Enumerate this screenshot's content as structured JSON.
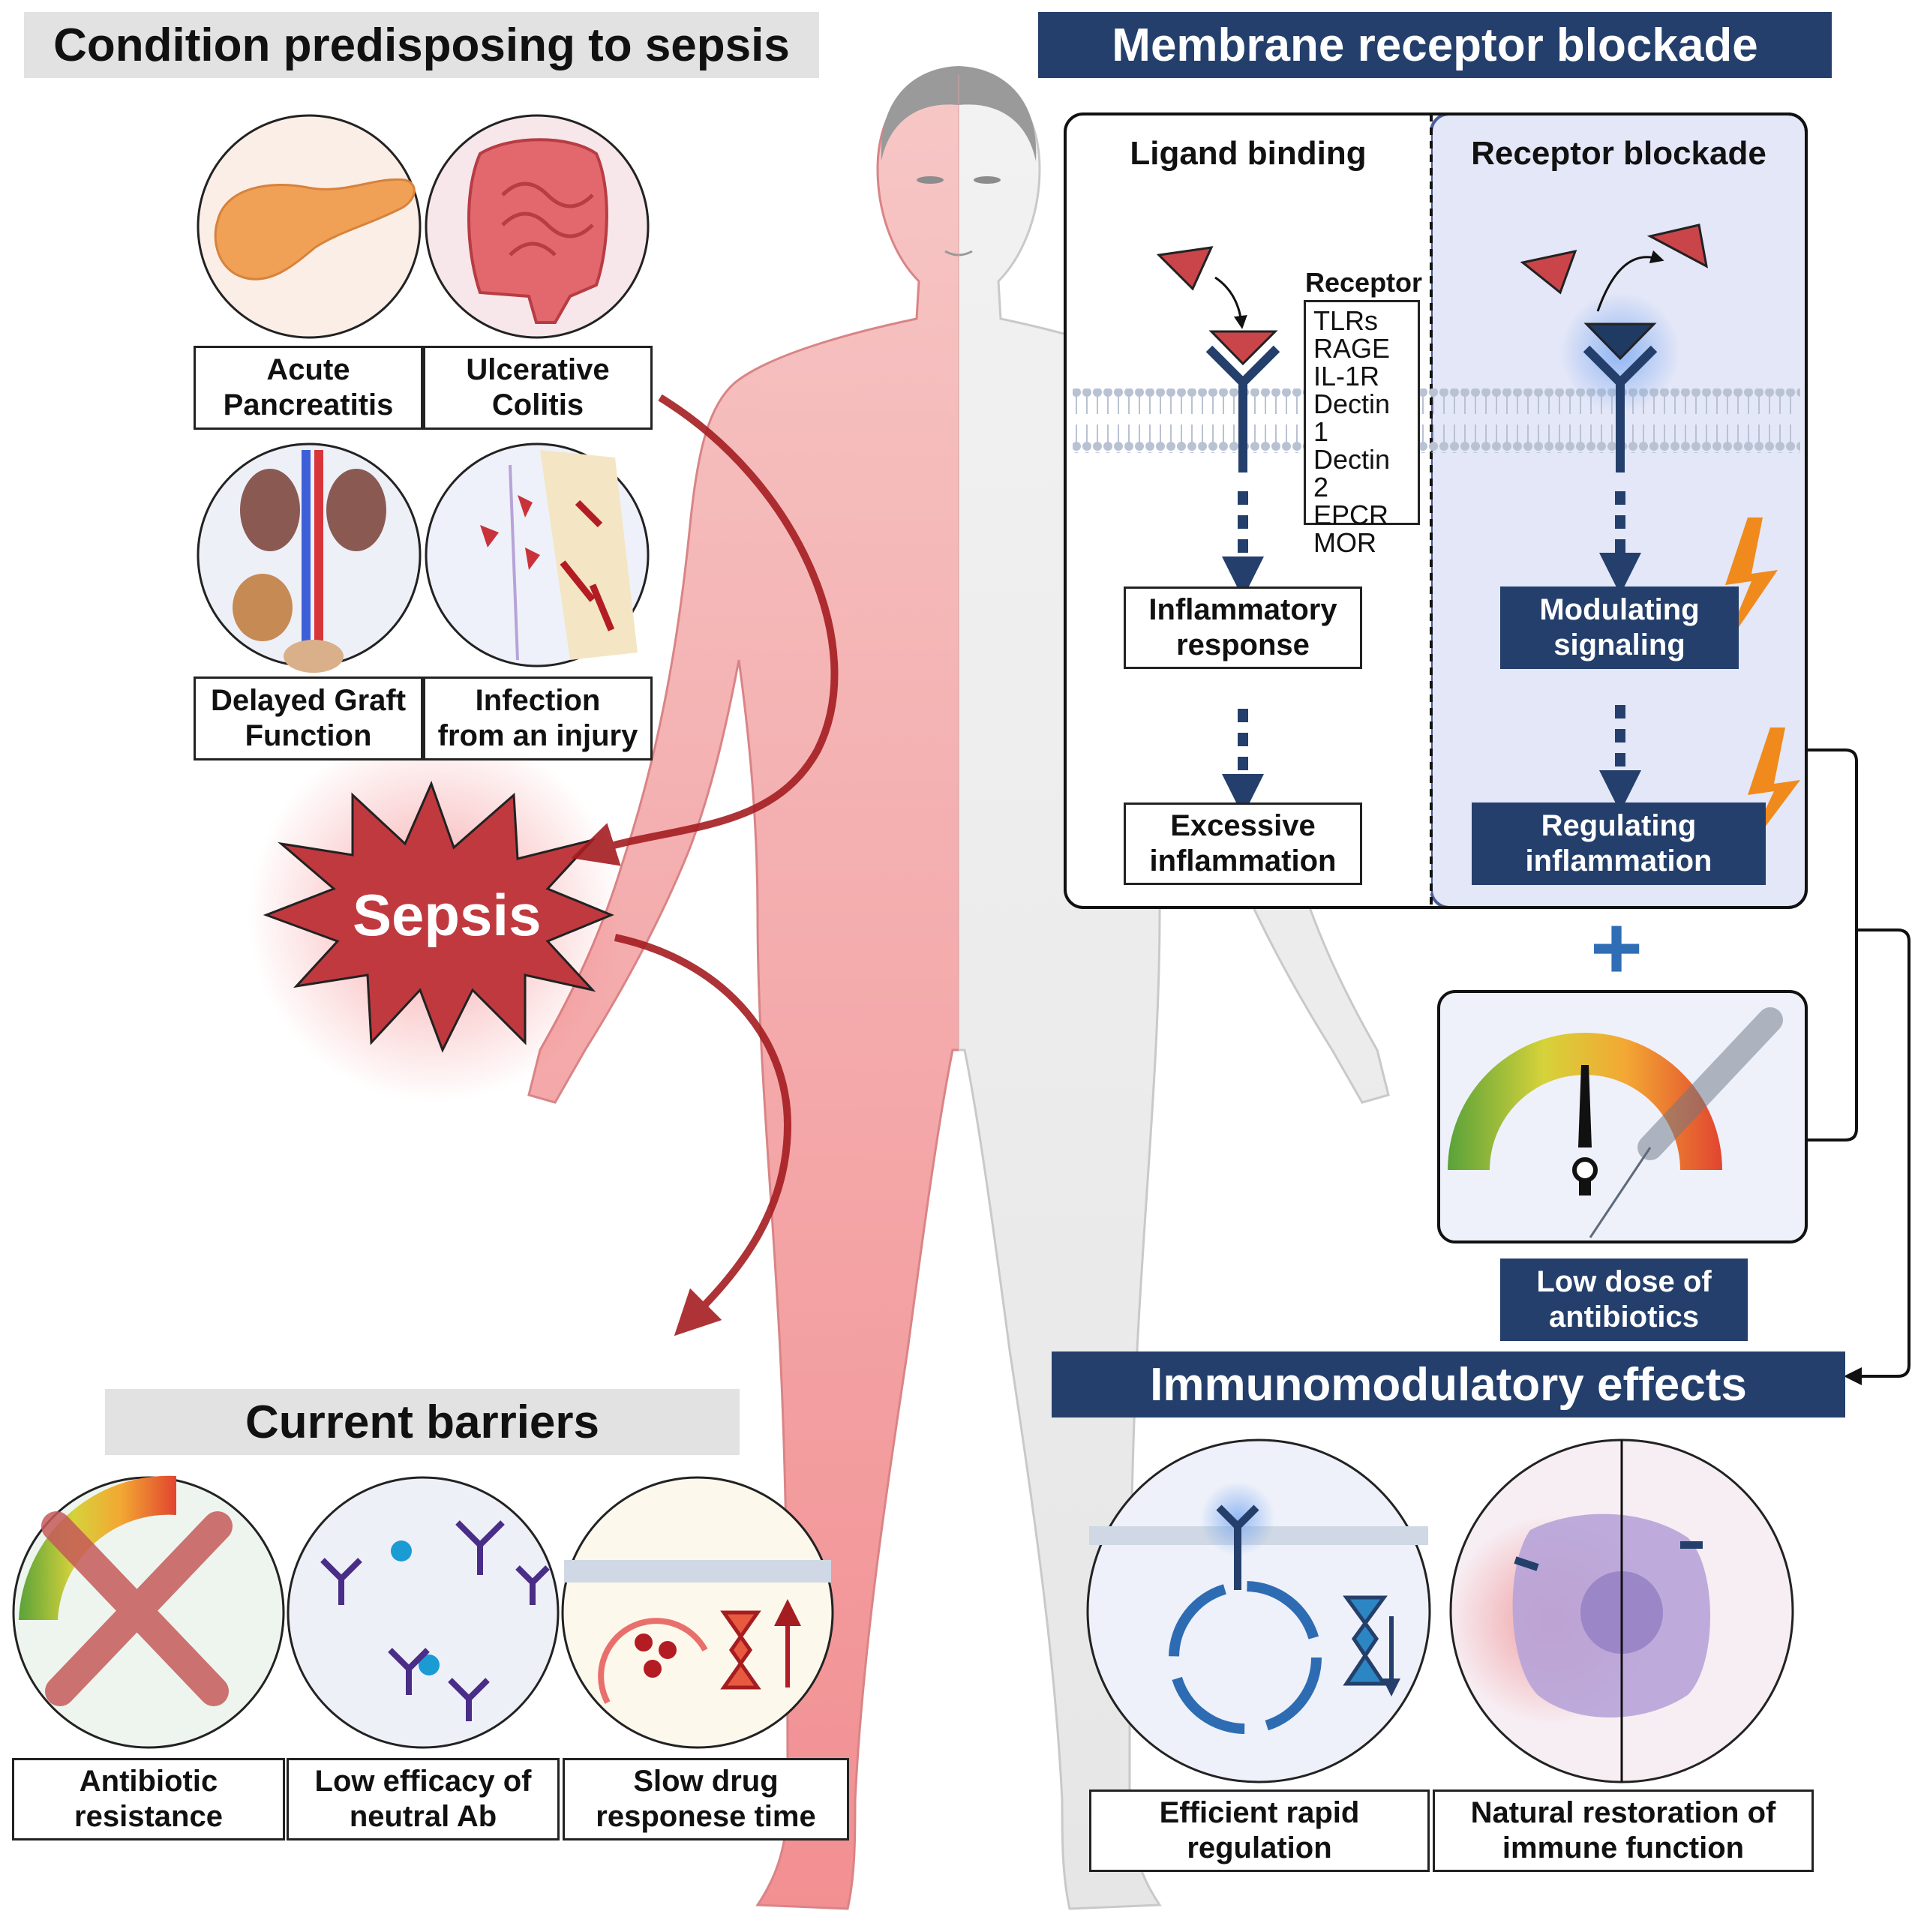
{
  "headers": {
    "conditions": "Condition predisposing to sepsis",
    "membrane": "Membrane receptor blockade",
    "barriers": "Current barriers",
    "immuno": "Immunomodulatory effects"
  },
  "conditions": [
    {
      "label": "Acute\nPancreatitis"
    },
    {
      "label": "Ulcerative\nColitis"
    },
    {
      "label": "Delayed Graft\nFunction"
    },
    {
      "label": "Infection\nfrom an injury"
    }
  ],
  "sepsis": "Sepsis",
  "panel": {
    "left_title": "Ligand binding",
    "right_title": "Receptor blockade",
    "receptor_title": "Receptor",
    "receptors": [
      "TLRs",
      "RAGE",
      "IL-1R",
      "Dectin 1",
      "Dectin 2",
      "EPCR",
      "MOR"
    ],
    "left_steps": [
      "Inflammatory\nresponse",
      "Excessive\ninflammation"
    ],
    "right_steps": [
      "Modulating\nsignaling",
      "Regulating\ninflammation"
    ]
  },
  "plus": "+",
  "antibiotics_label": "Low dose of\nantibiotics",
  "barriers": [
    {
      "label": "Antibiotic\nresistance"
    },
    {
      "label": "Low efficacy of\nneutral Ab"
    },
    {
      "label": "Slow drug\nresponese time"
    }
  ],
  "effects": [
    {
      "label": "Efficient rapid\nregulation"
    },
    {
      "label": "Natural restoration  of\nimmune function"
    }
  ],
  "colors": {
    "navy": "#243f6b",
    "grey_header": "#e1e2e1",
    "sepsis_red": "#c0393f",
    "arrow_red": "#a51d21",
    "body_pink": "#f4a3a5",
    "panel_lavender": "#e4e7f7",
    "bolt_orange": "#f08a1c"
  }
}
